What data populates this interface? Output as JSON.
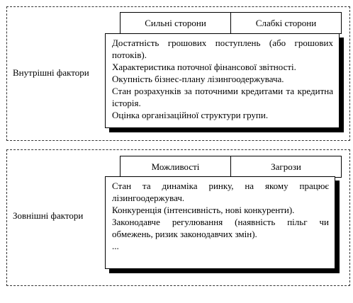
{
  "internal": {
    "label": "Внутрішні фактори",
    "headers": [
      "Сильні сторони",
      "Слабкі сторони"
    ],
    "items": [
      "Достатність грошових поступлень (або грошових потоків).",
      "Характеристика поточної фінансової звітності.",
      "Окупність бізнес-плану лізингоодержувача.",
      "Стан розрахунків за поточними кредитами та кредитна історія.",
      "Оцінка організаційної структури групи."
    ]
  },
  "external": {
    "label": "Зовнішні фактори",
    "headers": [
      "Можливості",
      "Загрози"
    ],
    "items": [
      "Стан та динаміка ринку, на якому працює лізингоодержувач.",
      "Конкуренція (інтенсивність, нові конкуренти).",
      "Законодавче регулювання (наявність пільг чи обмежень, ризик законодавчих змін).",
      "..."
    ]
  }
}
